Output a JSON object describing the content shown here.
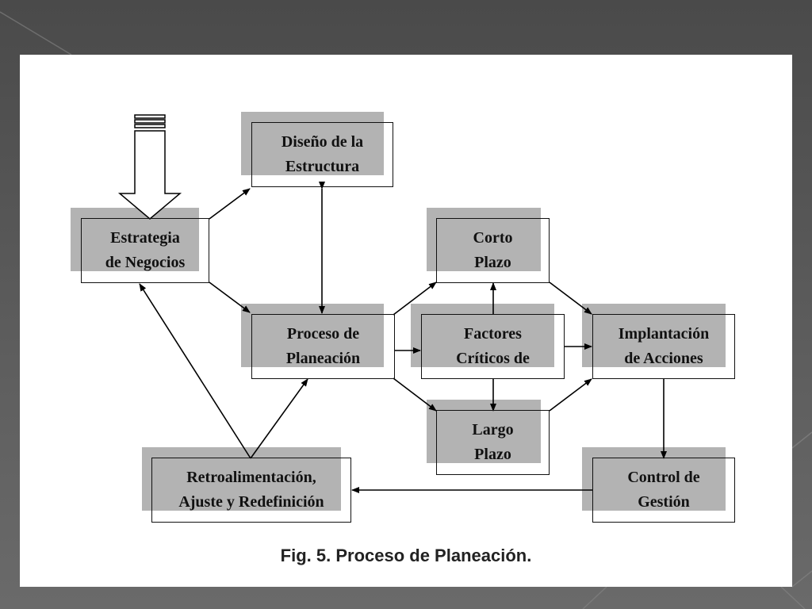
{
  "diagram": {
    "nodes": {
      "diseno": {
        "line1": "Diseño de la",
        "line2": "Estructura"
      },
      "estrategia": {
        "line1": "Estrategia",
        "line2": "de Negocios"
      },
      "proceso": {
        "line1": "Proceso de",
        "line2": "Planeación"
      },
      "corto": {
        "line1": "Corto",
        "line2": "Plazo"
      },
      "factores": {
        "line1": "Factores",
        "line2": "Críticos de"
      },
      "implantacion": {
        "line1": "Implantación",
        "line2": "de Acciones"
      },
      "largo": {
        "line1": "Largo",
        "line2": "Plazo"
      },
      "retro": {
        "line1": "Retroalimentación,",
        "line2": "Ajuste y Redefinición"
      },
      "control": {
        "line1": "Control de",
        "line2": "Gestión"
      }
    },
    "edges": [
      {
        "from": "Estrategia de Negocios",
        "to": "Diseño de la Estructura"
      },
      {
        "from": "Estrategia de Negocios",
        "to": "Proceso de Planeación"
      },
      {
        "from": "Diseño de la Estructura",
        "to": "Proceso de Planeación",
        "bidirectional": true
      },
      {
        "from": "Proceso de Planeación",
        "to": "Corto Plazo"
      },
      {
        "from": "Proceso de Planeación",
        "to": "Factores Críticos de"
      },
      {
        "from": "Proceso de Planeación",
        "to": "Largo Plazo"
      },
      {
        "from": "Factores Críticos de",
        "to": "Corto Plazo"
      },
      {
        "from": "Factores Críticos de",
        "to": "Largo Plazo"
      },
      {
        "from": "Factores Críticos de",
        "to": "Implantación de Acciones"
      },
      {
        "from": "Corto Plazo",
        "to": "Implantación de Acciones"
      },
      {
        "from": "Largo Plazo",
        "to": "Implantación de Acciones"
      },
      {
        "from": "Implantación de Acciones",
        "to": "Control de Gestión"
      },
      {
        "from": "Control de Gestión",
        "to": "Retroalimentación, Ajuste y Redefinición"
      },
      {
        "from": "Retroalimentación, Ajuste y Redefinición",
        "to": "Estrategia de Negocios"
      },
      {
        "from": "Retroalimentación, Ajuste y Redefinición",
        "to": "Proceso de Planeación"
      }
    ],
    "input_arrow": "estrategia",
    "caption": "Fig. 5. Proceso de Planeación."
  }
}
